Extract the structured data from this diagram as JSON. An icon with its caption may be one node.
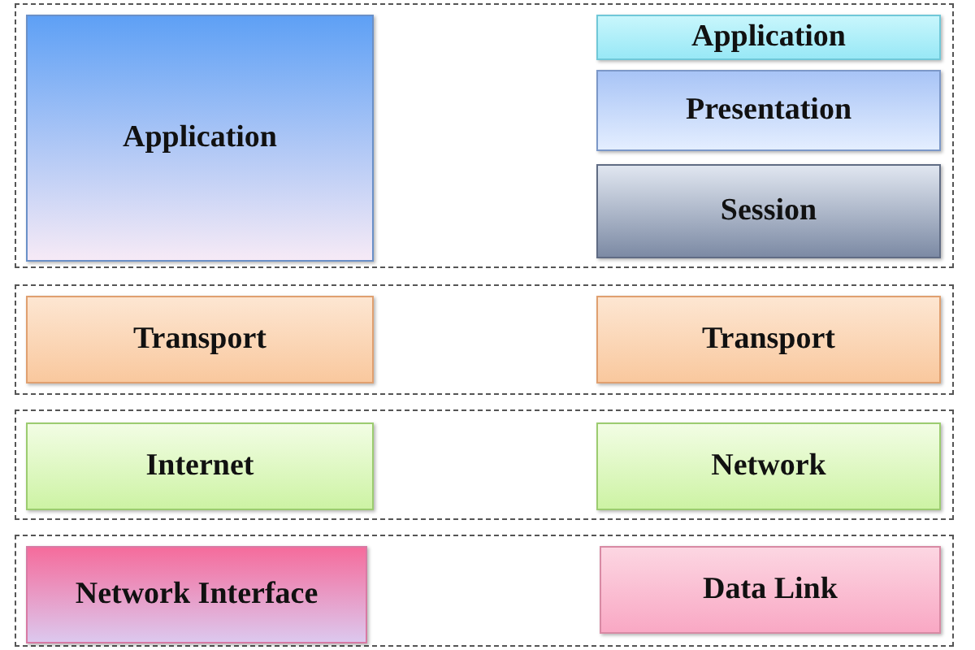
{
  "diagram": {
    "nodes": [
      {
        "text": [],
        "shape": "box"
      },
      {
        "text": [
          "Application"
        ],
        "in": 0
      },
      {
        "text": [
          "Application"
        ],
        "in": 0
      },
      {
        "text": [
          "Presentation"
        ],
        "in": 0
      },
      {
        "text": [
          "Session"
        ],
        "in": 0
      },
      {
        "text": [],
        "shape": "box"
      },
      {
        "text": [
          "Transport"
        ],
        "in": 5
      },
      {
        "text": [
          "Transport"
        ],
        "in": 5
      },
      {
        "text": [],
        "shape": "box"
      },
      {
        "text": [
          "Internet"
        ],
        "in": 8
      },
      {
        "text": [
          "Network"
        ],
        "in": 8
      },
      {
        "text": [],
        "shape": "box"
      },
      {
        "text": [
          "Network Interface"
        ],
        "in": 11
      },
      {
        "text": [
          "Data Link"
        ],
        "in": 11
      }
    ]
  }
}
